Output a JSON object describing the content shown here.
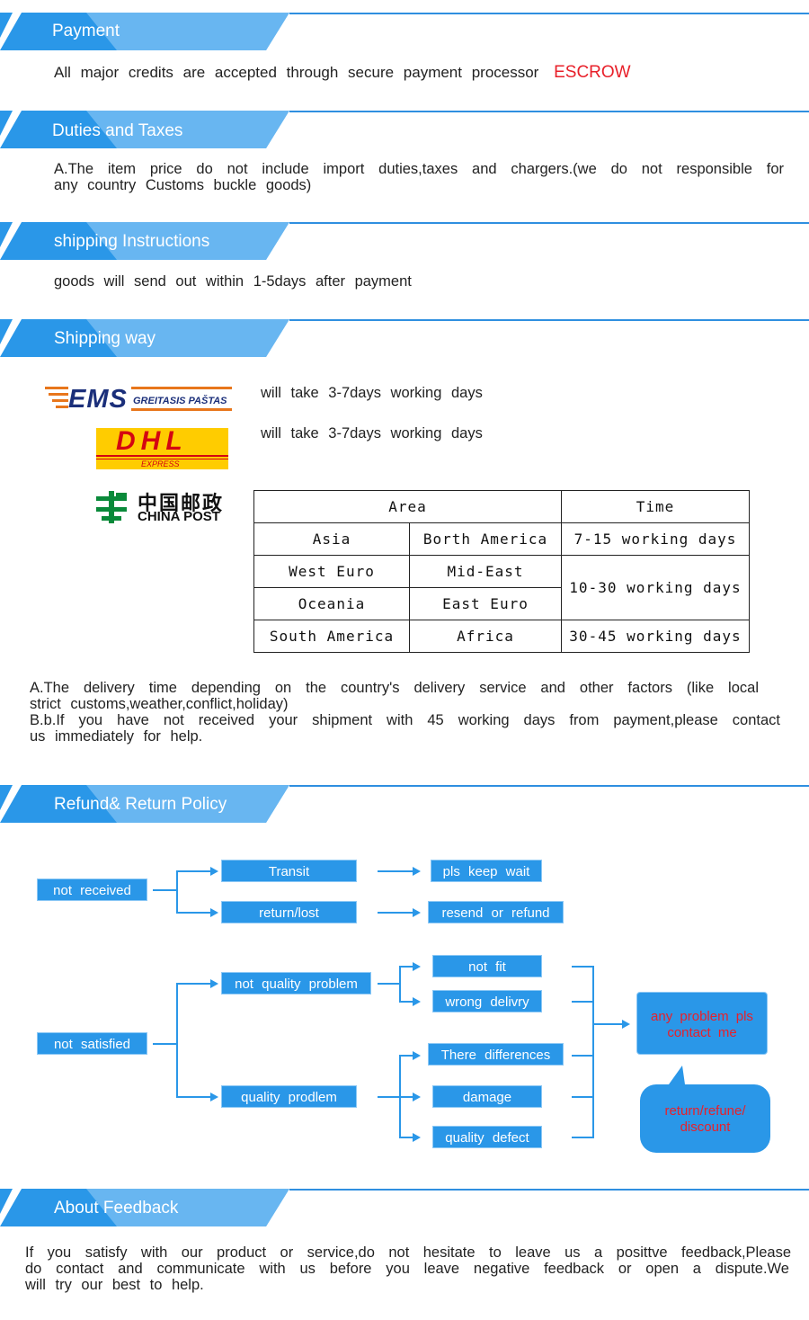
{
  "sections": {
    "payment": {
      "title": "Payment",
      "text": "All major credits are accepted through secure payment processor",
      "highlight": "ESCROW"
    },
    "duties": {
      "title": "Duties and Taxes",
      "line1": "A.The item price do not include import duties,taxes and chargers.(we do not responsible for",
      "line2": "any country Customs buckle goods)"
    },
    "shipping_instructions": {
      "title": "shipping Instructions",
      "text": "goods will send out within 1-5days after payment"
    },
    "shipping_way": {
      "title": "Shipping way",
      "ems": {
        "brand": "EMS",
        "sub": "GREITASIS PAŠTAS",
        "note": "will take 3-7days working days"
      },
      "dhl": {
        "brand": "DHL",
        "sub": "EXPRESS",
        "note": "will take 3-7days working days"
      },
      "china_post": {
        "chinese": "中国邮政",
        "english": "CHINA POST"
      },
      "table": {
        "header": [
          "Area",
          "Time"
        ],
        "rows": [
          [
            "Asia",
            "Borth America",
            "7-15 working days"
          ],
          [
            "West Euro",
            "Mid-East",
            "10-30 working days"
          ],
          [
            "Oceania",
            "East Euro"
          ],
          [
            "South America",
            "Africa",
            "30-45 working days"
          ]
        ]
      },
      "notes": [
        "A.The delivery time depending on the country's delivery service and other factors (like local",
        "strict customs,weather,conflict,holiday)",
        "B.b.If you have not received your shipment with 45 working days from payment,please contact",
        "us immediately for help."
      ]
    },
    "refund": {
      "title": "Refund& Return Policy",
      "not_received": "not received",
      "transit": "Transit",
      "return_lost": "return/lost",
      "keep_wait": "pls keep wait",
      "resend_refund": "resend or refund",
      "not_satisfied": "not satisfied",
      "not_quality_problem": "not quality problem",
      "quality_problem": "quality prodlem",
      "not_fit": "not fit",
      "wrong_delivery": "wrong delivry",
      "there_differences": "There differences",
      "damage": "damage",
      "quality_defect": "quality defect",
      "contact_line1": "any problem pls",
      "contact_line2": "contact me",
      "bubble_line1": "return/refune/",
      "bubble_line2": "discount"
    },
    "feedback": {
      "title": "About Feedback",
      "line1": "If you satisfy with our product or service,do not hesitate to leave us a posittve feedback,Please",
      "line2": "do contact and communicate with us before you leave negative feedback or open a dispute.We",
      "line3": "will try our best to help."
    }
  },
  "colors": {
    "accent": "#2a97e8",
    "header_light": "#9bd0f7",
    "highlight": "#e8202a",
    "red_text": "#e8202a"
  }
}
